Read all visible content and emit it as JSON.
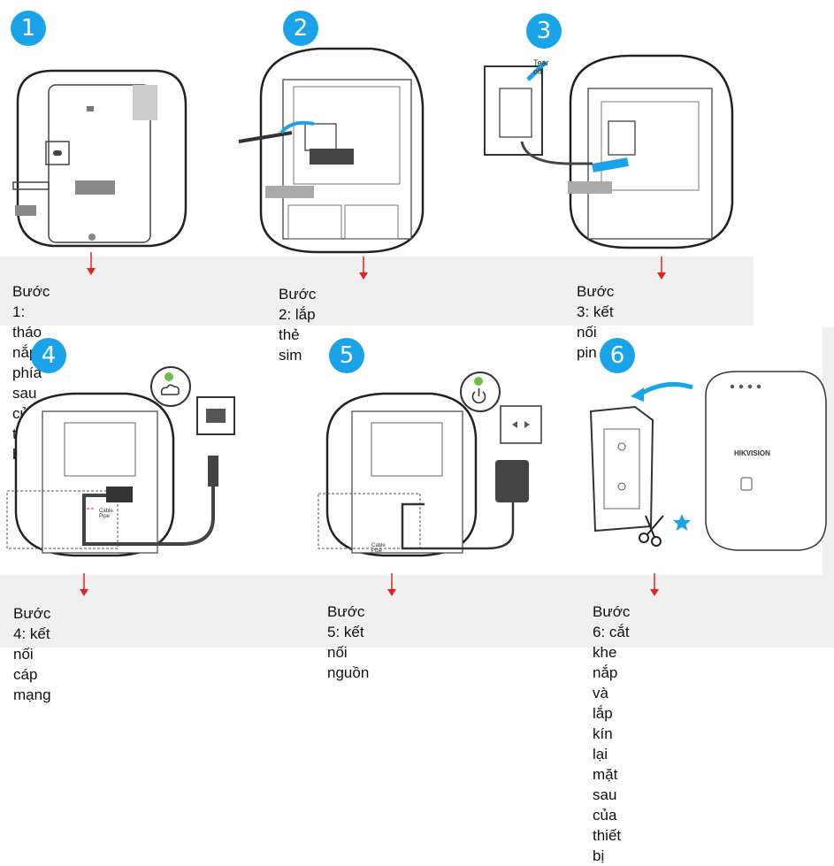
{
  "steps": [
    {
      "number": "1",
      "caption_line1": "Bước 1: tháo nắp",
      "caption_line2": "phía sau của thiết bị"
    },
    {
      "number": "2",
      "caption_line1": "Bước 2: lắp thẻ sim",
      "caption_line2": ""
    },
    {
      "number": "3",
      "caption_line1": "Bước 3: kết nối pin",
      "caption_line2": "",
      "label": "Tear off"
    },
    {
      "number": "4",
      "caption_line1": "Bước 4: kết nối cáp mạng",
      "caption_line2": "",
      "label": "Cable Pipe"
    },
    {
      "number": "5",
      "caption_line1": "Bước 5: kết nối nguồn",
      "caption_line2": "",
      "label": "Cable Pipe"
    },
    {
      "number": "6",
      "caption_line1": "Bước 6: cắt khe nắp và lắp",
      "caption_line2": "kín lại mặt sau của thiết bị",
      "label": "HIKVISION"
    }
  ],
  "colors": {
    "badge": "#1aa3e8",
    "arrow": "#e32222",
    "band": "#f0f0f0",
    "led": "#6cc04a",
    "star": "#1aa3e8"
  },
  "icons": [
    "cloud-icon",
    "power-icon",
    "ethernet-port-icon",
    "power-outlet-icon",
    "scissors-icon",
    "star-icon"
  ]
}
